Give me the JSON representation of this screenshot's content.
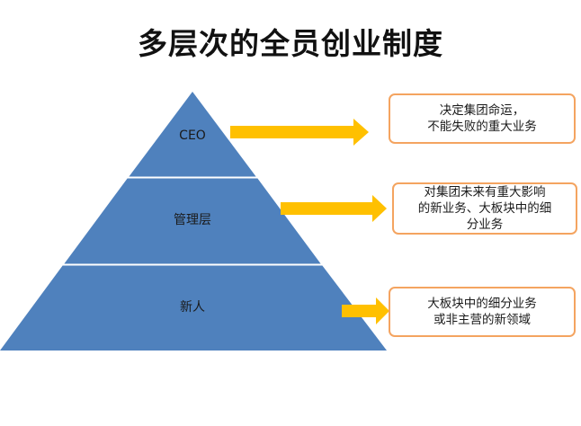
{
  "title": "多层次的全员创业制度",
  "tiers": [
    {
      "label": "CEO"
    },
    {
      "label": "管理层"
    },
    {
      "label": "新人"
    }
  ],
  "notes": [
    {
      "text": "决定集团命运，\n不能失败的重大业务"
    },
    {
      "text": "对集团未来有重大影响\n的新业务、大板块中的细\n分业务"
    },
    {
      "text": "大板块中的细分业务\n或非主营的新领域"
    }
  ],
  "colors": {
    "pyramid_fill": "#4f81bd",
    "pyramid_divider": "#ffffff",
    "arrow_fill": "#ffc000",
    "note_border": "#f4a460"
  }
}
